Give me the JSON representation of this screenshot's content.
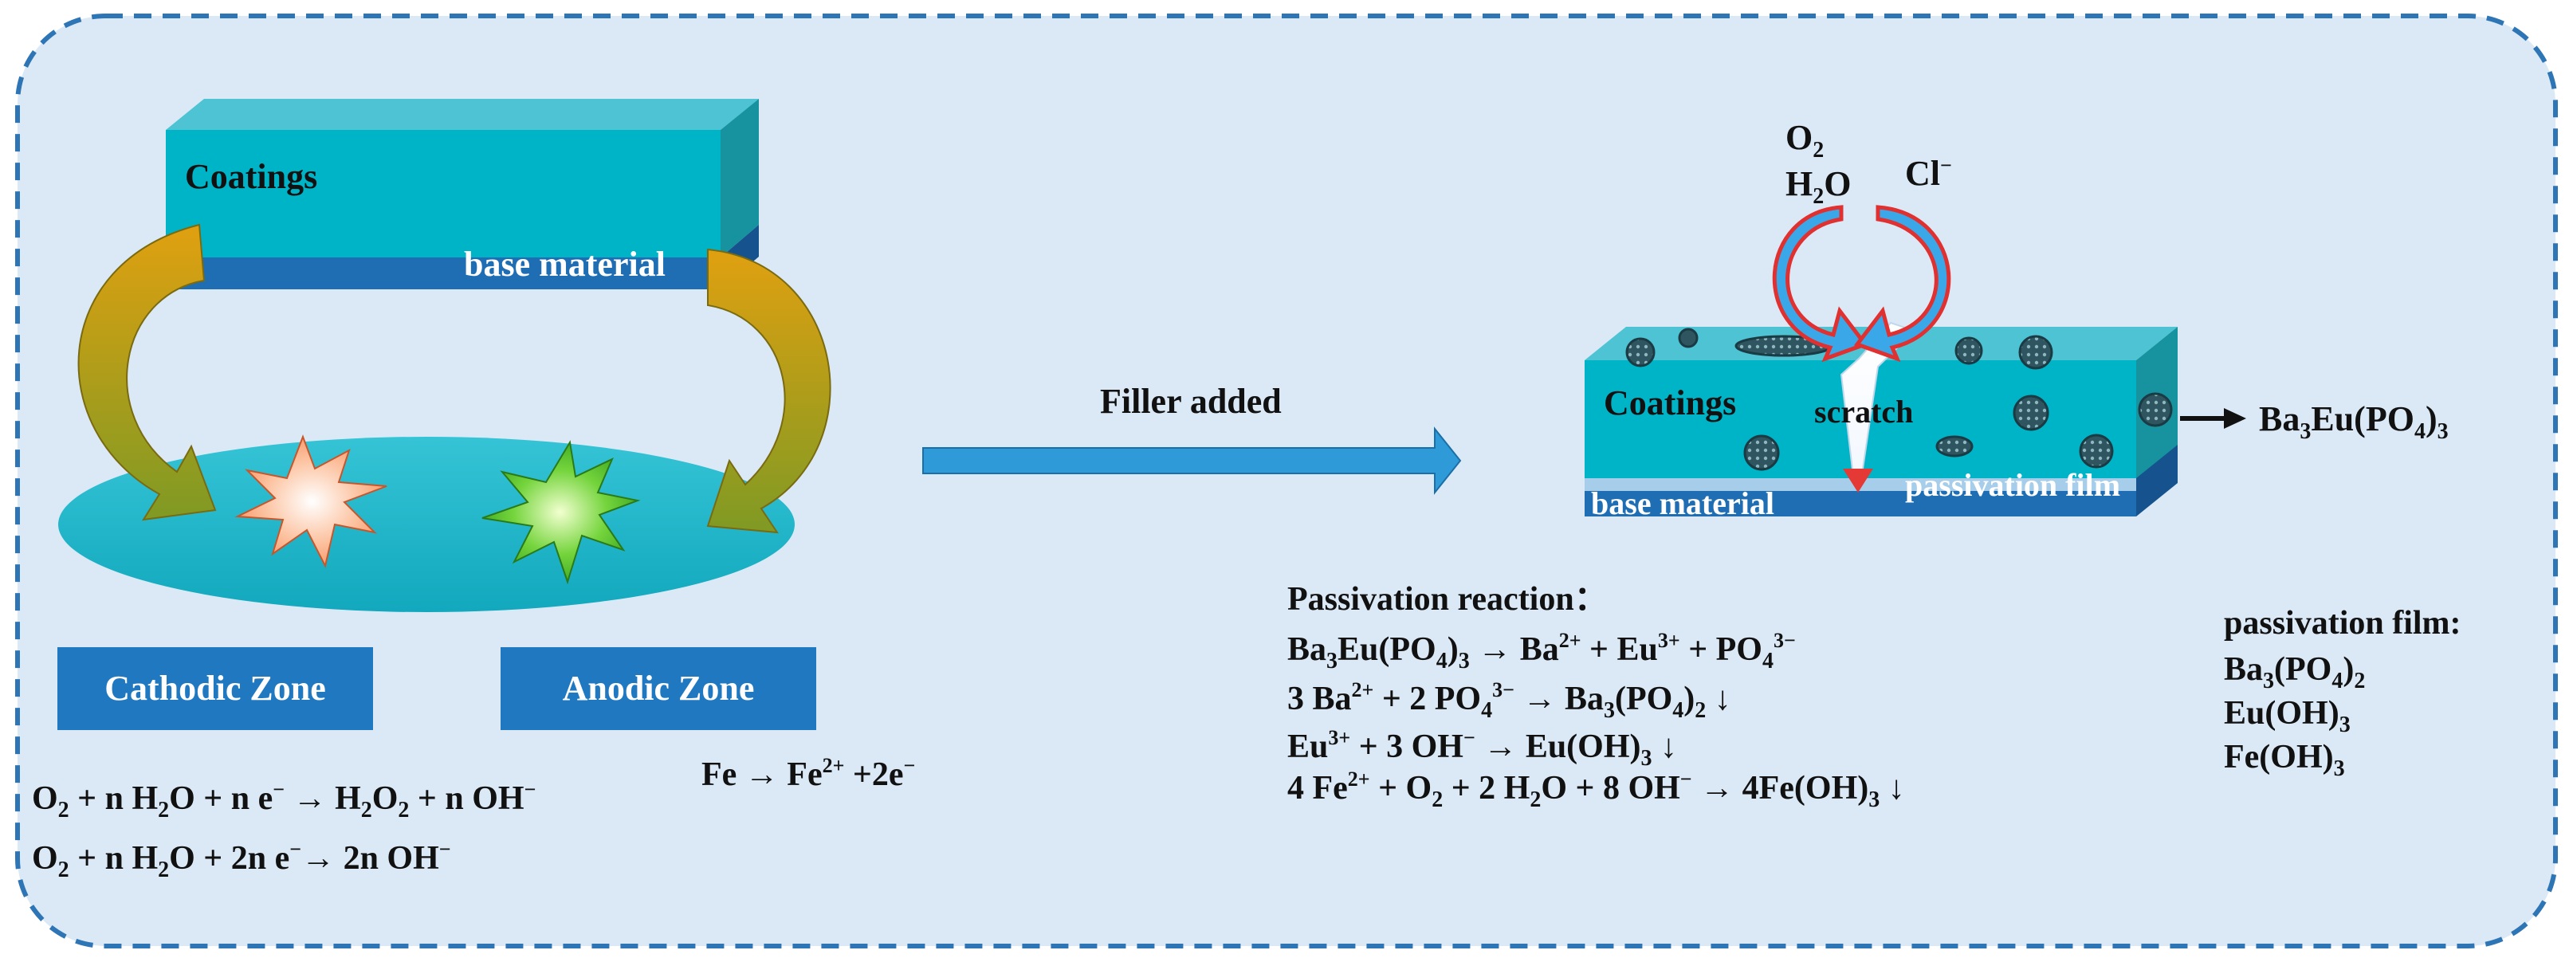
{
  "left": {
    "coatings": "Coatings",
    "base_material": "base material",
    "cathodic_zone": "Cathodic Zone",
    "anodic_zone": "Anodic Zone",
    "anode_reaction": {
      "a": "Fe → Fe",
      "b": "2+",
      "c": " +2e",
      "d": "−"
    },
    "cathode_reaction_1": {
      "a": "O",
      "b": "2",
      "c": " + n H",
      "d": "2",
      "e": "O + n e",
      "f": "−",
      "g": " → H",
      "h": "2",
      "i": "O",
      "j": "2",
      "k": " + n OH",
      "l": "−"
    },
    "cathode_reaction_2": {
      "a": "O",
      "b": "2",
      "c": " + n H",
      "d": "2",
      "e": "O + 2n e",
      "f": "−",
      "g": "→ 2n OH",
      "h": "−"
    }
  },
  "middle": {
    "filler_added": "Filler added"
  },
  "right": {
    "o2": {
      "a": "O",
      "b": "2"
    },
    "h2o": {
      "a": "H",
      "b": "2",
      "c": "O"
    },
    "cl": {
      "a": "Cl",
      "b": "−"
    },
    "coatings": "Coatings",
    "scratch": "scratch",
    "base_material": "base material",
    "passivation_film_label": "passivation film",
    "filler_compound": {
      "a": "Ba",
      "b": "3",
      "c": "Eu(PO",
      "d": "4",
      "e": ")",
      "f": "3"
    },
    "reaction_title": "Passivation reaction：",
    "reaction_1": {
      "a": "Ba",
      "b": "3",
      "c": "Eu(PO",
      "d": "4",
      "e": ")",
      "f": "3",
      "g": " → Ba",
      "h": "2+",
      "i": " + Eu",
      "j": "3+",
      "k": " + PO",
      "l": "4",
      "m": "3−"
    },
    "reaction_2": {
      "a": " 3 Ba",
      "b": "2+",
      "c": " + 2 PO",
      "d": "4",
      "e": "3−",
      "f": " → Ba",
      "g": "3",
      "h": "(PO",
      "i": "4",
      "j": ")",
      "k": "2",
      "l": " ↓"
    },
    "reaction_3": {
      "a": "Eu",
      "b": "3+",
      "c": " + 3 OH",
      "d": "−",
      "e": " →  Eu(OH)",
      "f": "3",
      "g": " ↓"
    },
    "reaction_4": {
      "a": "4 Fe",
      "b": "2+",
      "c": " + O",
      "d": "2",
      "e": " + 2 H",
      "f": "2",
      "g": "O + 8 OH",
      "h": "−",
      "i": " → 4Fe(OH)",
      "j": "3",
      "k": " ↓"
    },
    "film_title": "passivation film:",
    "film_1": {
      "a": "Ba",
      "b": "3",
      "c": "(PO",
      "d": "4",
      "e": ")",
      "f": "2"
    },
    "film_2": {
      "a": "Eu(OH)",
      "b": "3"
    },
    "film_3": {
      "a": "Fe(OH)",
      "b": "3"
    }
  },
  "colors": {
    "background": "#dbe9f6",
    "border": "#2e75b6",
    "coating_front": "#00b4c8",
    "coating_top": "#4dc3d3",
    "coating_side": "#16939f",
    "base_blue": "#1f6eb4",
    "zone_box": "#1f78c0",
    "arrow_gold": "#d39a10",
    "arrow_olive": "#8c9a22",
    "ellipse": "#1ab8cc",
    "cathode_star": "#fbb28a",
    "anode_star": "#6ccf3a",
    "process_arrow": "#2e9ad8",
    "cycle_arrow_outline": "#e03030",
    "cycle_arrow_fill": "#3aa8e8"
  }
}
